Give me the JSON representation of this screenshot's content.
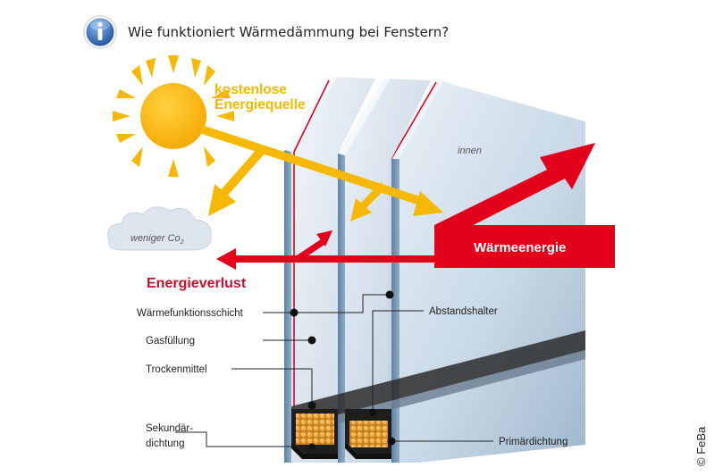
{
  "header": {
    "title": "Wie funktioniert Wärmedämmung bei Fenstern?",
    "info_icon": "info-icon"
  },
  "sun": {
    "icon": "sun-icon",
    "label_line1": "kostenlose",
    "label_line2": "Energiequelle"
  },
  "cloud": {
    "icon": "cloud-icon",
    "text": "weniger Co",
    "subscript": "2"
  },
  "inside_label": "innen",
  "heat_energy_label": "Wärmeenergie",
  "energy_loss_label": "Energieverlust",
  "callouts": {
    "thermal_layer": "Wärmefunktionsschicht",
    "gas_fill": "Gasfüllung",
    "desiccant": "Trockenmittel",
    "secondary_seal_line1": "Sekundär-",
    "secondary_seal_line2": "dichtung",
    "spacer": "Abstandshalter",
    "primary_seal": "Primärdichtung"
  },
  "copyright": "© FeBa",
  "colors": {
    "sun": "#f6b800",
    "heat": "#e3001b",
    "loss_text": "#c8102e",
    "glass_light": "#dfe9f2",
    "glass_mid": "#aec3d6",
    "glass_edge": "#6f90ad"
  }
}
